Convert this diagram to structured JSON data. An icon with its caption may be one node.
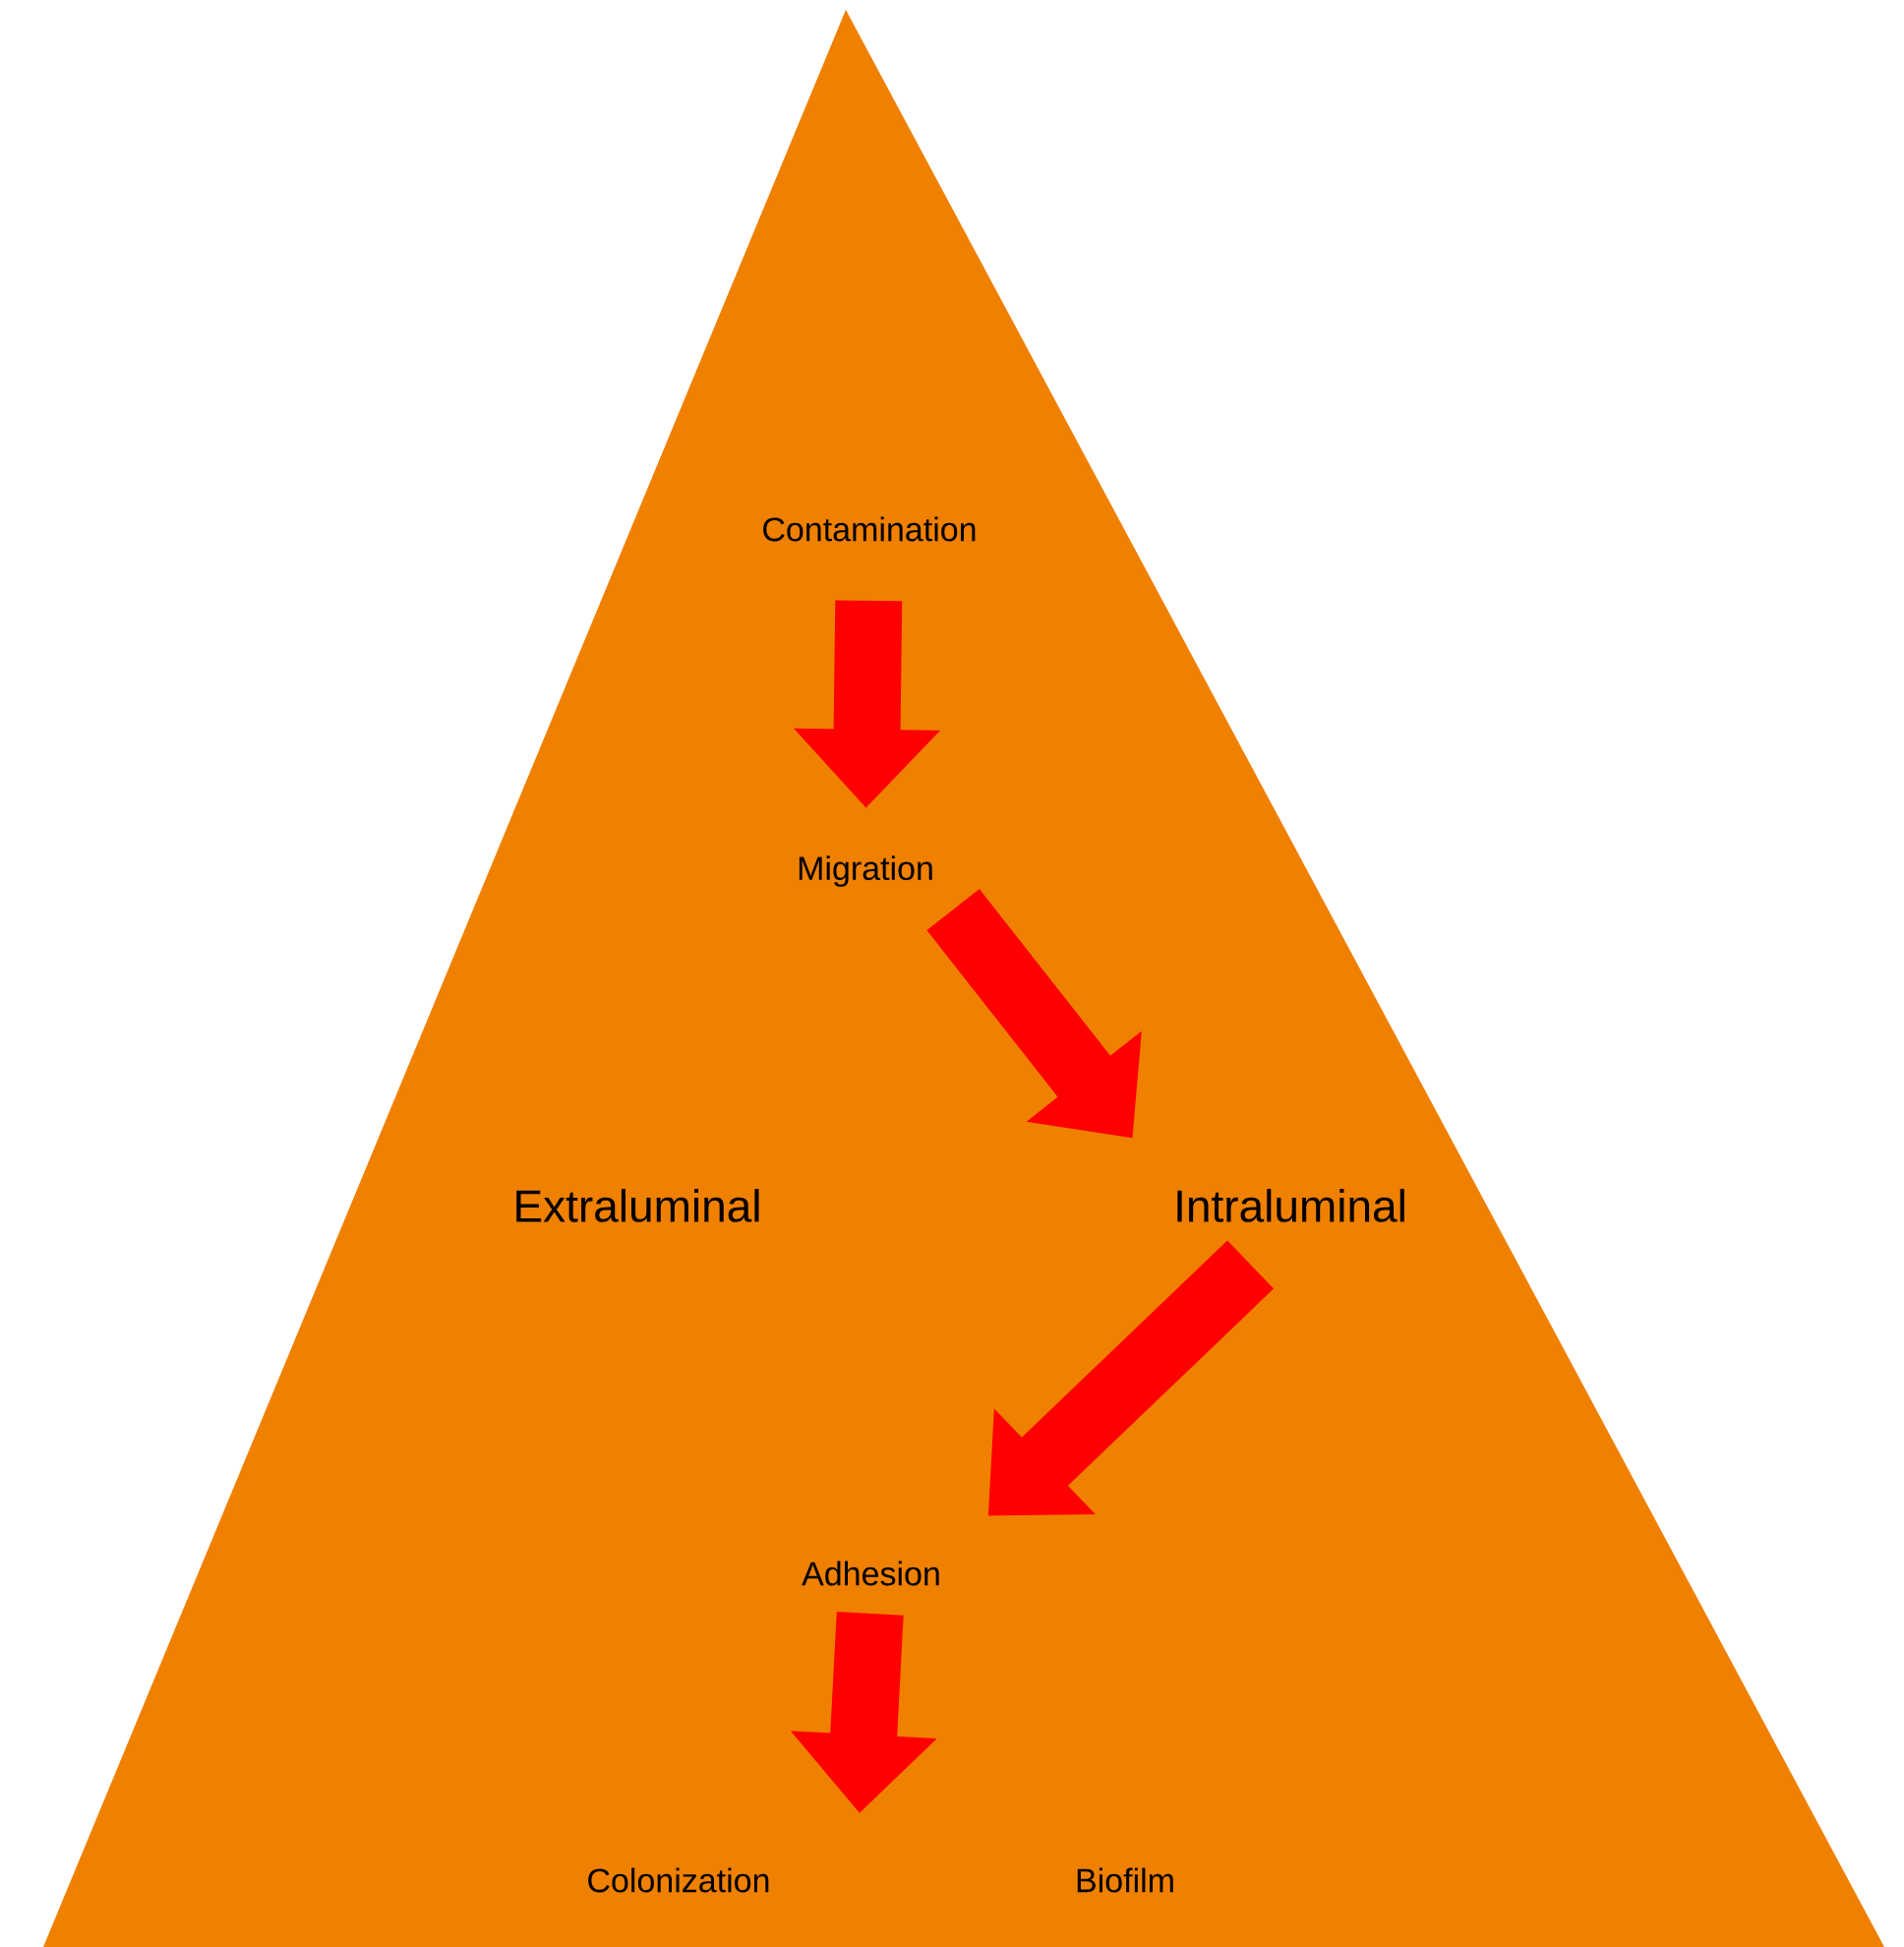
{
  "diagram": {
    "nodes": [
      {
        "text": [
          "Contamination"
        ]
      },
      {
        "text": [
          "Migration"
        ]
      },
      {
        "text": [
          "Intraluminal"
        ]
      },
      {
        "text": [
          "Adhesion"
        ]
      }
    ],
    "edges": [
      {
        "from": 0,
        "to": 1,
        "arrow": "to"
      },
      {
        "from": 1,
        "to": 2,
        "arrow": "to"
      },
      {
        "from": 2,
        "to": 3,
        "arrow": "to"
      },
      {
        "from": 3,
        "to": null,
        "arrow": "to"
      }
    ],
    "labels": [
      "Extraluminal",
      "Colonization",
      "Biofilm"
    ]
  }
}
